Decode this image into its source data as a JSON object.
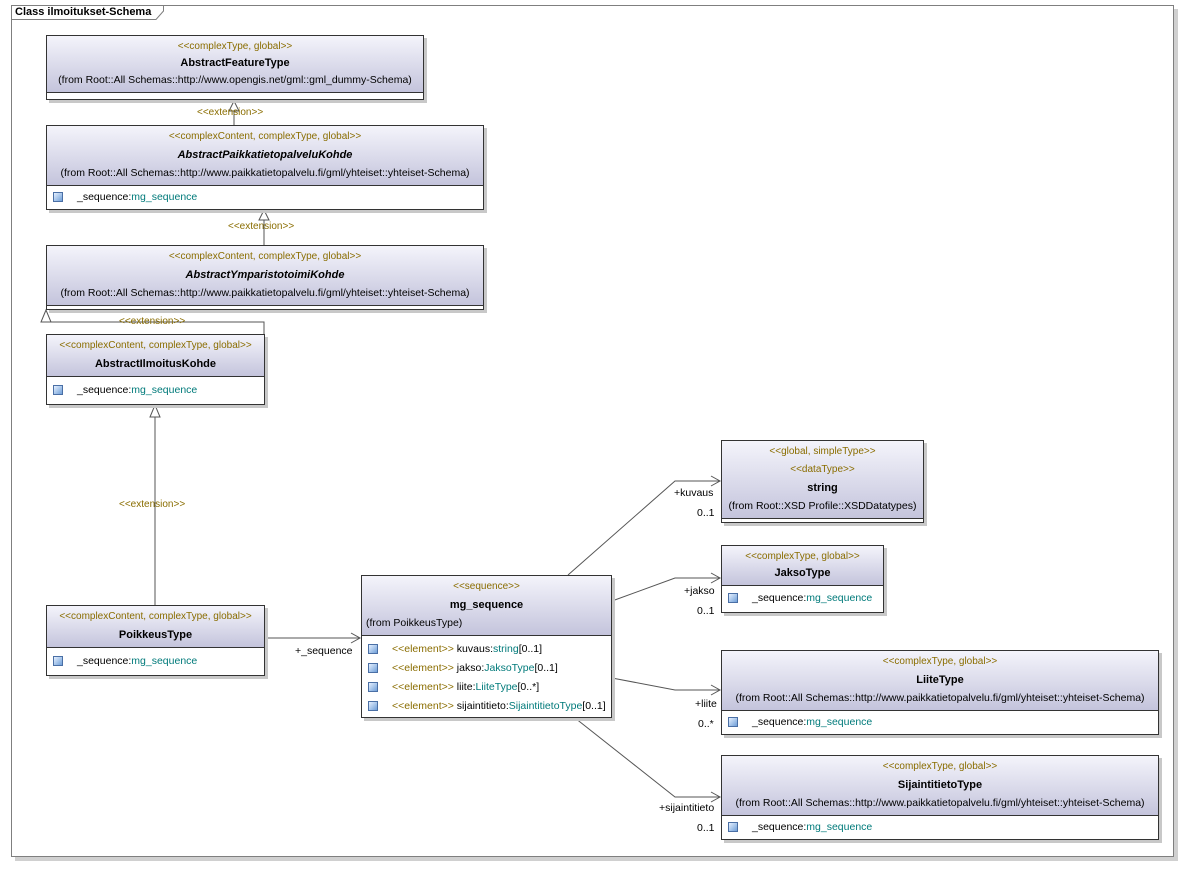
{
  "frame": {
    "title": "Class ilmoitukset-Schema"
  },
  "classes": {
    "abstract_feature_type": {
      "stereotype": "<<complexType, global>>",
      "name": "AbstractFeatureType",
      "from": "(from Root::All Schemas::http://www.opengis.net/gml::gml_dummy-Schema)"
    },
    "abstract_paikkatietopalvelu_kohde": {
      "stereotype": "<<complexContent, complexType, global>>",
      "name": "AbstractPaikkatietopalveluKohde",
      "from": "(from Root::All Schemas::http://www.paikkatietopalvelu.fi/gml/yhteiset::yhteiset-Schema)",
      "attr_name": "_sequence:",
      "attr_type": "mg_sequence"
    },
    "abstract_ymparistotoimi_kohde": {
      "stereotype": "<<complexContent, complexType, global>>",
      "name": "AbstractYmparistotoimiKohde",
      "from": "(from Root::All Schemas::http://www.paikkatietopalvelu.fi/gml/yhteiset::yhteiset-Schema)"
    },
    "abstract_ilmoitus_kohde": {
      "stereotype": "<<complexContent, complexType, global>>",
      "name": "AbstractIlmoitusKohde",
      "attr_name": "_sequence:",
      "attr_type": "mg_sequence"
    },
    "poikkeus_type": {
      "stereotype": "<<complexContent, complexType, global>>",
      "name": "PoikkeusType",
      "attr_name": "_sequence:",
      "attr_type": "mg_sequence"
    },
    "mg_sequence": {
      "stereotype": "<<sequence>>",
      "name": "mg_sequence",
      "from": "(from PoikkeusType)",
      "elements": [
        {
          "stereo": "<<element>>",
          "name": " kuvaus:",
          "type": "string",
          "mult": "[0..1]"
        },
        {
          "stereo": "<<element>>",
          "name": " jakso:",
          "type": "JaksoType",
          "mult": "[0..1]"
        },
        {
          "stereo": "<<element>>",
          "name": " liite:",
          "type": "LiiteType",
          "mult": "[0..*]"
        },
        {
          "stereo": "<<element>>",
          "name": " sijaintitieto:",
          "type": "SijaintitietoType",
          "mult": "[0..1]"
        }
      ]
    },
    "string": {
      "stereotype": "<<global, simpleType>>",
      "stereotype2": "<<dataType>>",
      "name": "string",
      "from": "(from Root::XSD Profile::XSDDatatypes)"
    },
    "jakso_type": {
      "stereotype": "<<complexType, global>>",
      "name": "JaksoType",
      "attr_name": "_sequence:",
      "attr_type": "mg_sequence"
    },
    "liite_type": {
      "stereotype": "<<complexType, global>>",
      "name": "LiiteType",
      "from": "(from Root::All Schemas::http://www.paikkatietopalvelu.fi/gml/yhteiset::yhteiset-Schema)",
      "attr_name": "_sequence:",
      "attr_type": "mg_sequence"
    },
    "sijaintitieto_type": {
      "stereotype": "<<complexType, global>>",
      "name": "SijaintitietoType",
      "from": "(from Root::All Schemas::http://www.paikkatietopalvelu.fi/gml/yhteiset::yhteiset-Schema)",
      "attr_name": "_sequence:",
      "attr_type": "mg_sequence"
    }
  },
  "labels": {
    "extension": "<<extension>>",
    "sequence_role": "+_sequence",
    "kuvaus_role": "+kuvaus",
    "kuvaus_mult": "0..1",
    "jakso_role": "+jakso",
    "jakso_mult": "0..1",
    "liite_role": "+liite",
    "liite_mult": "0..*",
    "sijaintitieto_role": "+sijaintitieto",
    "sijaintitieto_mult": "0..1"
  }
}
